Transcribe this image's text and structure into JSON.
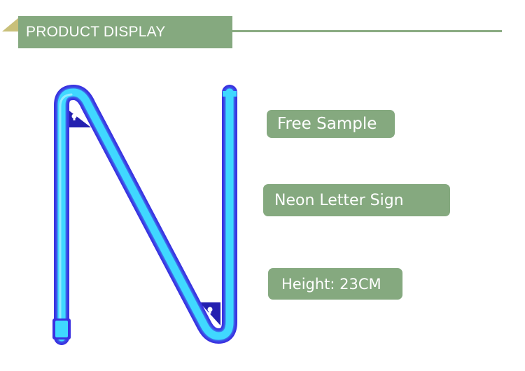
{
  "header": {
    "title": "PRODUCT DISPLAY"
  },
  "product_image": {
    "icon": "neon-letter-n",
    "colors": {
      "tube_outer": "#3a2fe0",
      "tube_inner": "#3fd8ff",
      "bracket": "#2320b8"
    }
  },
  "features": {
    "items": [
      {
        "label": "Free Sample"
      },
      {
        "label": "Neon Letter Sign"
      },
      {
        "label": "Height: 23CM"
      }
    ]
  },
  "colors": {
    "accent": "#85a97f",
    "corner": "#c9c07a"
  }
}
